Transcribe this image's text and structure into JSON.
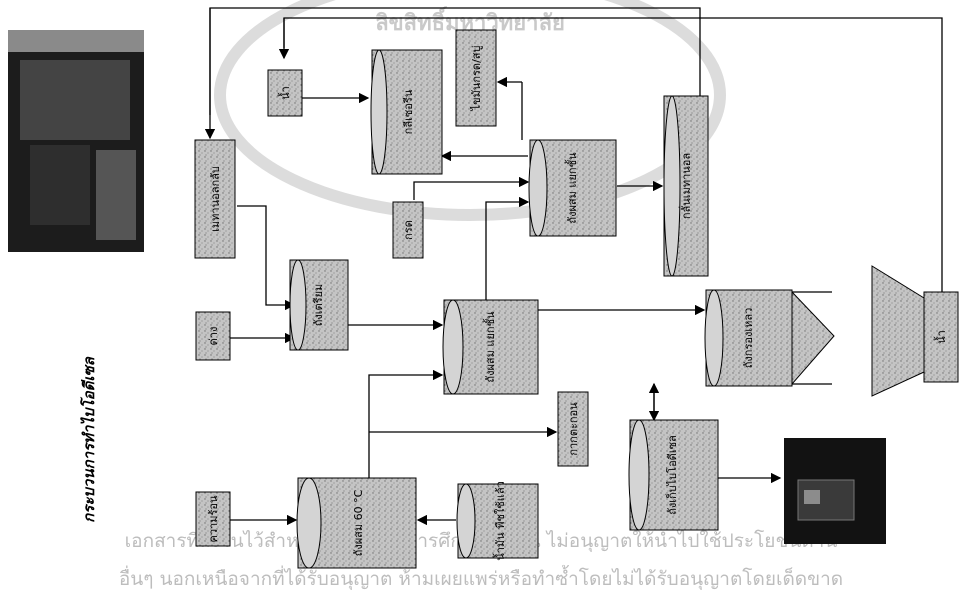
{
  "title": "กระบวนการทำไบโอดีเซล",
  "nodes": {
    "water_top": "น้ำ",
    "glycerin": "กลีเซอรีน",
    "fatty_acid_salt": "ไขมันกรด/สบู่",
    "tank_wash": "ถังผสม แยกชั้น",
    "methanol_distill_right": "กลั่นเมทานอล",
    "methanol_left": "เมทานอลกลับ",
    "acid": "กรด",
    "catalyst_tank": "ถังเตรียม",
    "base": "ด่าง",
    "reactor_mid": "ถังผสม แยกชั้น",
    "filter_tank": "ถังกรองเหลว",
    "heat_tank": "ถังผสม 60 °C",
    "oil_tank": "น้ำมัน พืชใช้แล้ว",
    "sediment": "กากตะกอน",
    "storage": "ถังเก็บไบโอดีเซล",
    "heat_input": "ความร้อน",
    "water_right": "น้ำ"
  },
  "watermark": {
    "top": "ลิขสิทธิ์มหาวิทยาลัย",
    "line1": "เอกสารที่สงวนไว้สำหรับการใช้เพื่อการศึกษาเท่านั้น ไม่อนุญาตให้นำไปใช้ประโยชน์ด้าน",
    "line2": "อื่นๆ นอกเหนือจากที่ได้รับอนุญาต ห้ามเผยแพร่หรือทำซ้ำโดยไม่ได้รับอนุญาตโดยเด็ดขาด"
  },
  "colors": {
    "box_fill": "#c7c7c7",
    "stroke": "#000000"
  }
}
